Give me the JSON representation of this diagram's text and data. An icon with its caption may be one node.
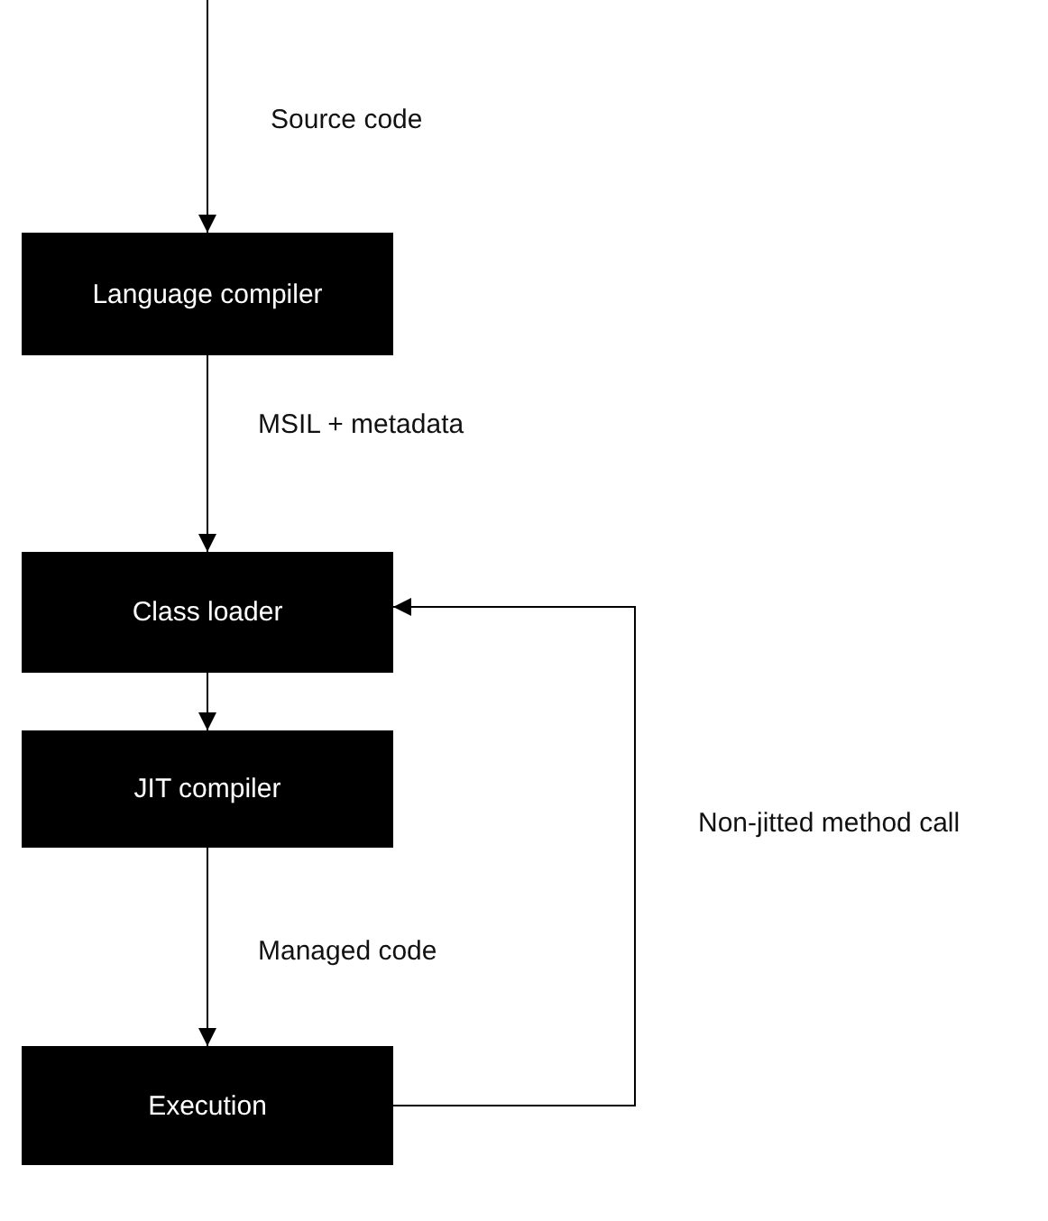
{
  "diagram": {
    "nodes": [
      {
        "text": [
          "Language compiler"
        ]
      },
      {
        "text": [
          "Class loader"
        ]
      },
      {
        "text": [
          "JIT compiler"
        ]
      },
      {
        "text": [
          "Execution"
        ]
      }
    ],
    "edges": [
      {
        "from": null,
        "to": 0,
        "arrow": "to",
        "label": "Source code"
      },
      {
        "from": 0,
        "to": 1,
        "arrow": "to",
        "label": "MSIL + metadata"
      },
      {
        "from": 1,
        "to": 2,
        "arrow": "to"
      },
      {
        "from": 2,
        "to": 3,
        "arrow": "to",
        "label": "Managed code"
      },
      {
        "from": 3,
        "to": 1,
        "arrow": "to",
        "label": "Non-jitted method call"
      }
    ]
  }
}
